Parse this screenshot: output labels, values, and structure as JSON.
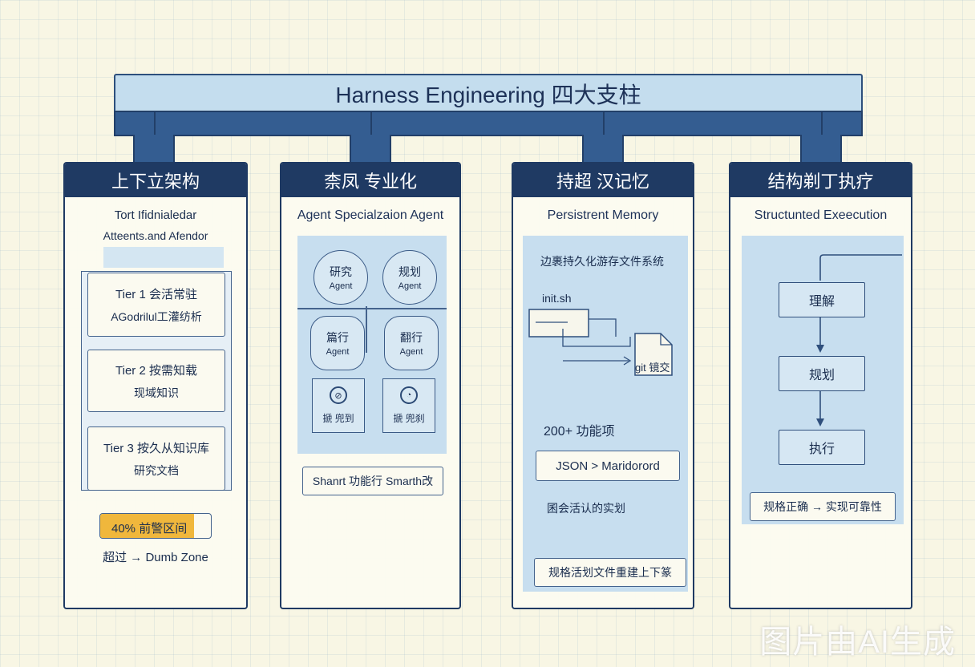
{
  "title": "Harness Engineering 四大支柱",
  "pillars": [
    {
      "heading": "上下立架构",
      "subtitle_1": "Tort Ifidnialedar",
      "subtitle_2": "Atteents.and Afendor",
      "tiers": [
        {
          "line1": "Tier 1 会活常驻",
          "line2": "AGodrilul工灌纺析"
        },
        {
          "line1": "Tier 2 按需知载",
          "line2": "现域知识"
        },
        {
          "line1": "Tier 3 按久从知识库",
          "line2": "研究文档"
        }
      ],
      "gauge": {
        "text": "40% 前警区间",
        "fill_percent": 85
      },
      "footer": "超过 → Dumb Zone"
    },
    {
      "heading": "柰凤 专业化",
      "subtitle": "Agent Specialzaion Agent",
      "agents": [
        {
          "name": "研究",
          "role": "Agent"
        },
        {
          "name": "规划",
          "role": "Agent"
        },
        {
          "name": "篇行",
          "role": "Agent"
        },
        {
          "name": "翻行",
          "role": "Agent"
        }
      ],
      "tools": [
        {
          "glyph": "⊘",
          "label": "搋 兜到"
        },
        {
          "glyph": "◔",
          "label": "搋 兜刹"
        }
      ],
      "footer": "Shanrt 功能行 Smarth改"
    },
    {
      "heading": "持超 汉记忆",
      "subtitle": "Persistrent Memory",
      "lead": "边裹持久化游存文件系统",
      "script_name": "init.sh",
      "git_label": "git 镜交",
      "feature_count": "200+ 功能项",
      "format": "JSON > Maridorord",
      "note": "囷会活认的实划",
      "footer": "规格活划文件重建上下篆"
    },
    {
      "heading": "结构剃丁执疗",
      "subtitle": "Structunted Exeecution",
      "steps": [
        "理解",
        "规划",
        "执行"
      ],
      "footer": "规格正确 → 实现可靠性"
    }
  ],
  "watermark": "图片由AI生成",
  "colors": {
    "beam": "#345d91",
    "header": "#1f3a63",
    "title_bar": "#c4ddee",
    "panel_tint": "#c7deef",
    "gauge": "#f0b73c"
  }
}
